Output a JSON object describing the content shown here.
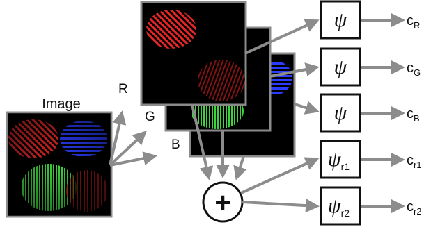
{
  "input": {
    "title": "Image"
  },
  "channel_labels": {
    "r": "R",
    "g": "G",
    "b": "B"
  },
  "operations": {
    "sum_symbol": "+"
  },
  "functions": [
    {
      "symbol": "ψ",
      "subscript": ""
    },
    {
      "symbol": "ψ",
      "subscript": ""
    },
    {
      "symbol": "ψ",
      "subscript": ""
    },
    {
      "symbol": "ψ",
      "subscript": "r1"
    },
    {
      "symbol": "ψ",
      "subscript": "r2"
    }
  ],
  "outputs": [
    {
      "base": "c",
      "subscript": "R"
    },
    {
      "base": "c",
      "subscript": "G"
    },
    {
      "base": "c",
      "subscript": "B"
    },
    {
      "base": "c",
      "subscript": "r1"
    },
    {
      "base": "c",
      "subscript": "r2"
    }
  ],
  "colors": {
    "red": "#ff2a2a",
    "green": "#3cd63c",
    "blue": "#2a3cff",
    "arrow": "#8c8c8c",
    "frame": "#8a8a8a",
    "ink": "#111111"
  }
}
